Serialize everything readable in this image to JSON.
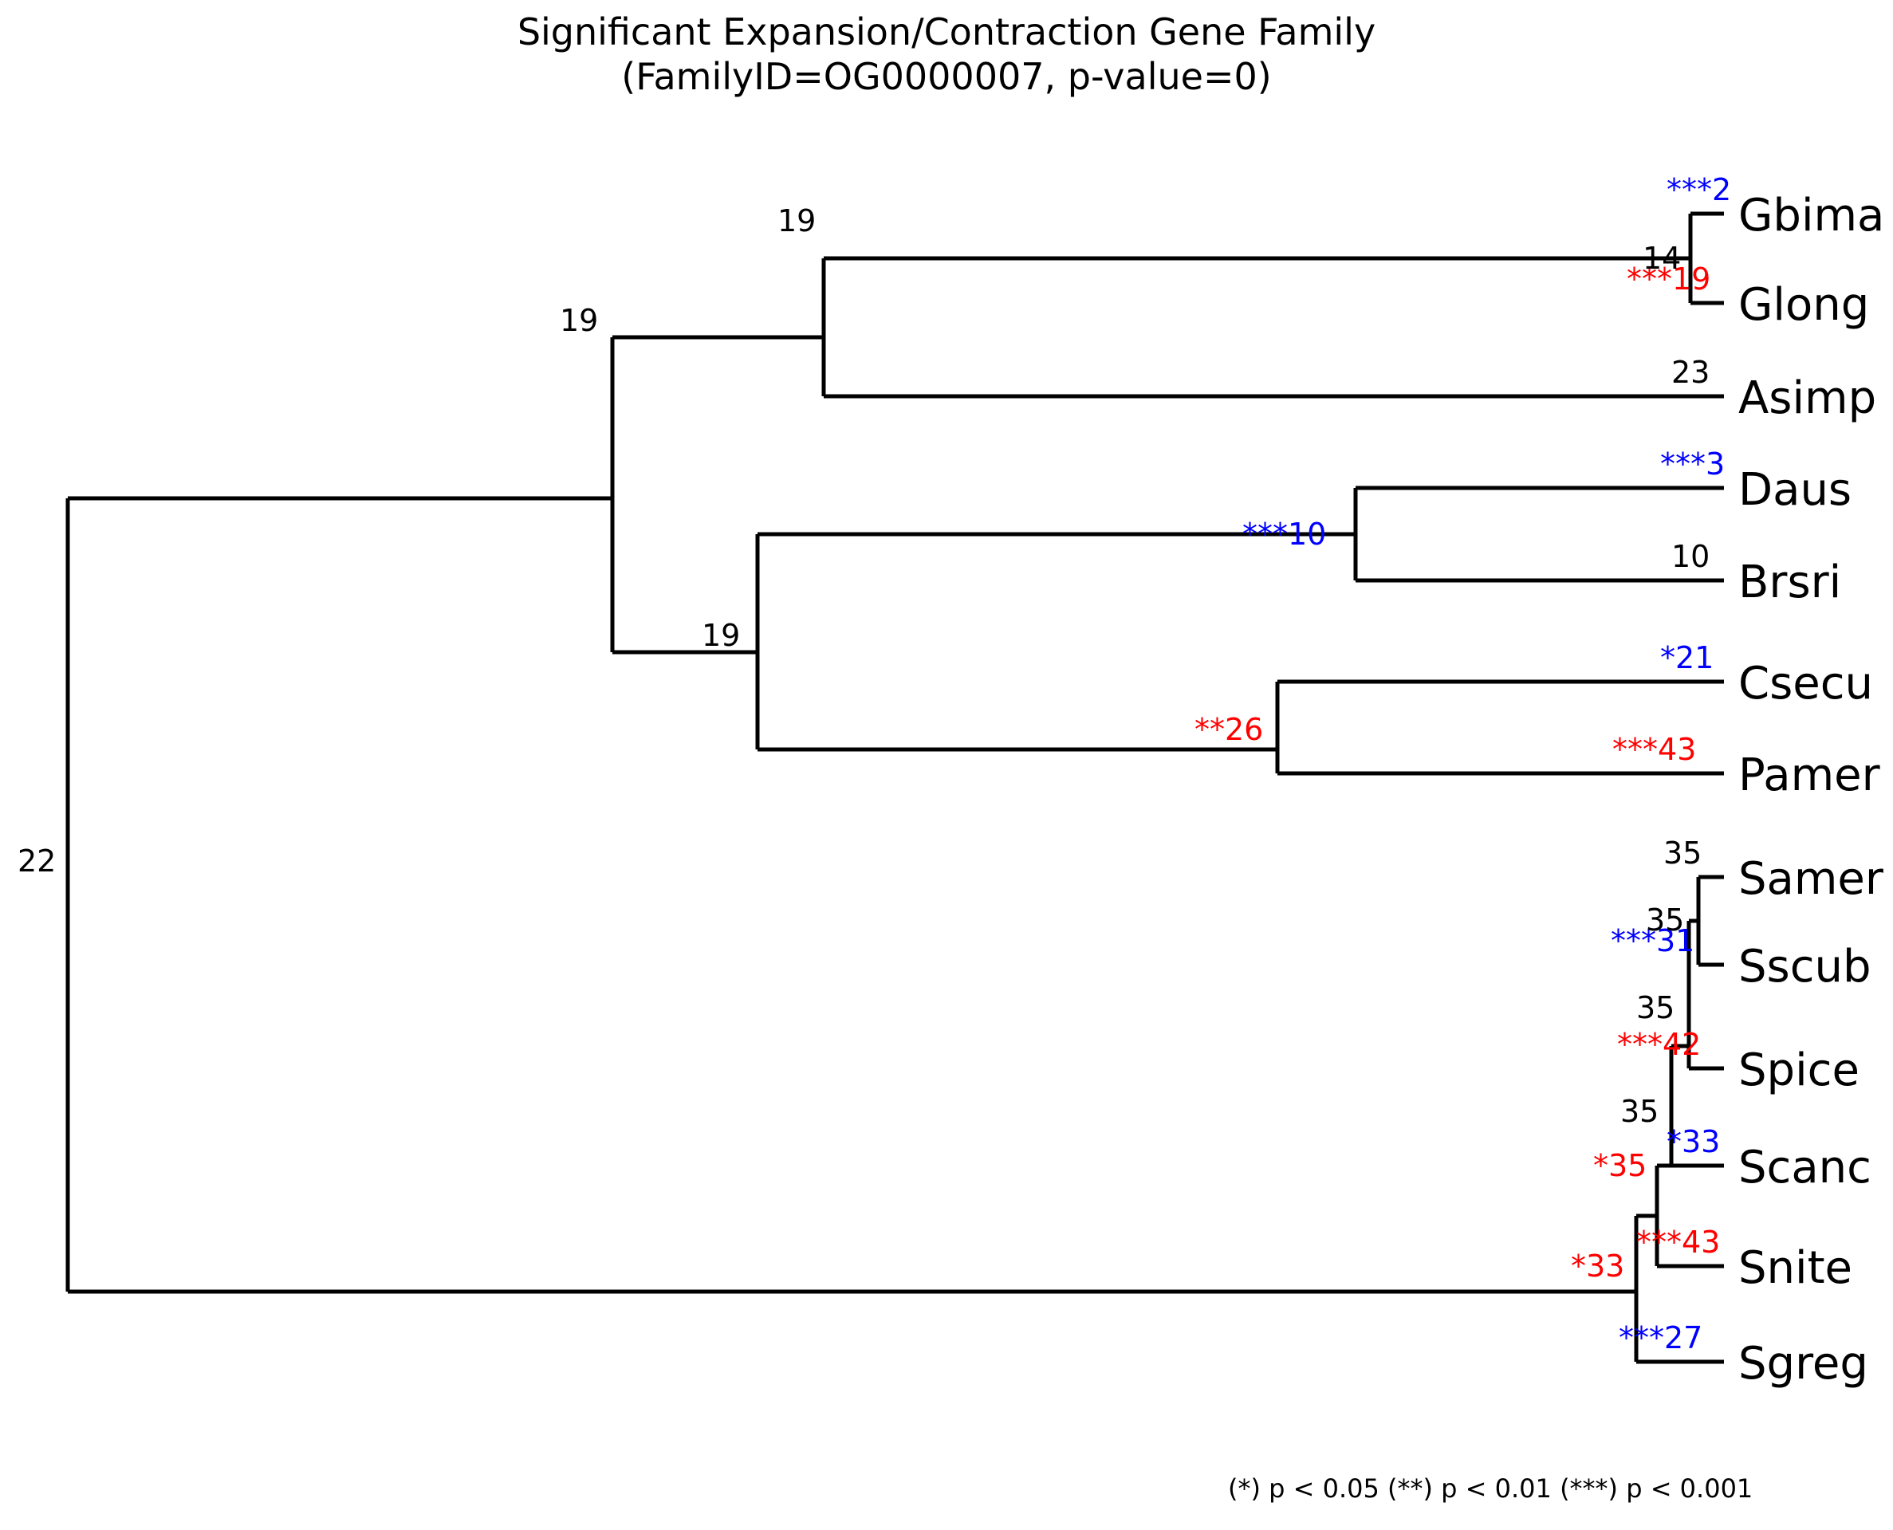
{
  "title": {
    "line1": "Significant Expansion/Contraction Gene Family",
    "line2": "(FamilyID=OG0000007, p-value=0)",
    "full": "Significant Expansion/Contraction Gene Family\n(FamilyID=OG0000007, p-value=0)"
  },
  "legend": {
    "text": "(*) p < 0.05  (**) p < 0.01  (***) p < 0.001"
  },
  "colors": {
    "expansion": "#0000ff",
    "contraction": "#ff0000",
    "neutral": "#000000",
    "branch": "#000000",
    "background": "#ffffff"
  },
  "chart_data": {
    "type": "tree",
    "title": "Significant Expansion/Contraction Gene Family (FamilyID=OG0000007, p-value=0)",
    "family_id": "OG0000007",
    "p_value": 0,
    "legend_entries": [
      {
        "symbol": "*",
        "meaning": "p < 0.05"
      },
      {
        "symbol": "**",
        "meaning": "p < 0.01"
      },
      {
        "symbol": "***",
        "meaning": "p < 0.001"
      }
    ],
    "significance_colors": {
      "blue": "expansion",
      "red": "contraction",
      "black": "not significant"
    },
    "tips": [
      {
        "name": "Gbima",
        "count": 2,
        "stars": "***",
        "color": "blue",
        "label": "***2",
        "row": 0
      },
      {
        "name": "Glong",
        "count": 19,
        "stars": "***",
        "color": "red",
        "label": "***19",
        "row": 1
      },
      {
        "name": "Asimp",
        "count": 23,
        "stars": "",
        "color": "black",
        "label": "23",
        "row": 2
      },
      {
        "name": "Daus",
        "count": 3,
        "stars": "***",
        "color": "blue",
        "label": "***3",
        "row": 3
      },
      {
        "name": "Brsri",
        "count": 10,
        "stars": "",
        "color": "black",
        "label": "10",
        "row": 4
      },
      {
        "name": "Csecu",
        "count": 21,
        "stars": "*",
        "color": "blue",
        "label": "*21",
        "row": 5
      },
      {
        "name": "Pamer",
        "count": 43,
        "stars": "***",
        "color": "red",
        "label": "***43",
        "row": 6
      },
      {
        "name": "Samer",
        "count": 35,
        "stars": "",
        "color": "black",
        "label": "35",
        "row": 7
      },
      {
        "name": "Sscub",
        "count": 31,
        "stars": "***",
        "color": "blue",
        "label": "***31",
        "row": 8
      },
      {
        "name": "Spice",
        "count": 42,
        "stars": "***",
        "color": "red",
        "label": "***42",
        "row": 9
      },
      {
        "name": "Scanc",
        "count": 33,
        "stars": "*",
        "color": "blue",
        "label": "*33",
        "row": 10
      },
      {
        "name": "Snite",
        "count": 43,
        "stars": "***",
        "color": "red",
        "label": "***43",
        "row": 11
      },
      {
        "name": "Sgreg",
        "count": 27,
        "stars": "***",
        "color": "blue",
        "label": "***27",
        "row": 12
      }
    ],
    "internal_nodes": [
      {
        "id": "root",
        "count": 22,
        "stars": "",
        "color": "black",
        "label": "22"
      },
      {
        "id": "n-gbima-glong",
        "count": 14,
        "stars": "",
        "color": "black",
        "label": "14"
      },
      {
        "id": "n-gg-asimp",
        "count": 19,
        "stars": "",
        "color": "black",
        "label": "19"
      },
      {
        "id": "n-upper",
        "count": 19,
        "stars": "",
        "color": "black",
        "label": "19"
      },
      {
        "id": "n-daus-brsri",
        "count": 10,
        "stars": "***",
        "color": "blue",
        "label": "***10"
      },
      {
        "id": "n-mid",
        "count": 19,
        "stars": "",
        "color": "black",
        "label": "19"
      },
      {
        "id": "n-csecu-pamer",
        "count": 26,
        "stars": "**",
        "color": "red",
        "label": "**26"
      },
      {
        "id": "n-samer-sscub",
        "count": 35,
        "stars": "",
        "color": "black",
        "label": "35"
      },
      {
        "id": "n-ss-spice",
        "count": 35,
        "stars": "",
        "color": "black",
        "label": "35"
      },
      {
        "id": "n-ssp-scanc",
        "count": 35,
        "stars": "",
        "color": "black",
        "label": "35"
      },
      {
        "id": "n-sss-snite",
        "count": 35,
        "stars": "*",
        "color": "red",
        "label": "*35"
      },
      {
        "id": "n-snite-sgreg",
        "count": 33,
        "stars": "*",
        "color": "red",
        "label": "*33"
      }
    ]
  }
}
